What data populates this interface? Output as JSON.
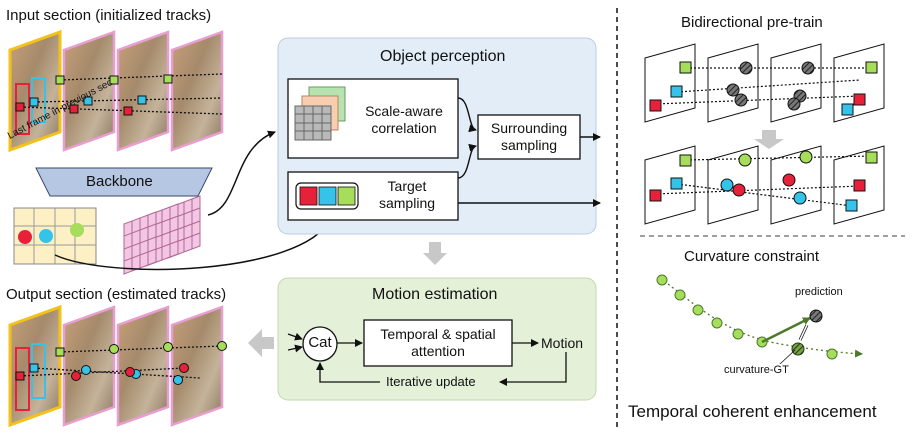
{
  "left": {
    "input_section_title": "Input section (initialized tracks)",
    "output_section_title": "Output section (estimated tracks)",
    "last_frame_label": "Last frame in previous sec",
    "backbone_label": "Backbone"
  },
  "object_perception": {
    "title": "Object perception",
    "scale_aware_line1": "Scale-aware",
    "scale_aware_line2": "correlation",
    "surrounding_line1": "Surrounding",
    "surrounding_line2": "sampling",
    "target_line1": "Target",
    "target_line2": "sampling"
  },
  "motion_estimation": {
    "title": "Motion estimation",
    "cat_label": "Cat",
    "attention_line1": "Temporal & spatial",
    "attention_line2": "attention",
    "motion_label": "Motion",
    "iterative_label": "Iterative update"
  },
  "right": {
    "bidirectional_title": "Bidirectional pre-train",
    "curvature_title": "Curvature constraint",
    "prediction_label": "prediction",
    "curvature_gt_label": "curvature-GT",
    "enhancement_title": "Temporal coherent enhancement"
  },
  "colors": {
    "perception_bg": "#e3edf8",
    "motion_bg": "#e4f0d8",
    "marker_red": "#e8213a",
    "marker_cyan": "#35c3ea",
    "marker_green": "#a6dd5a",
    "frame_yellow": "#f2c21a",
    "frame_pink": "#e89ed0",
    "backbone_fill": "#b5c7e2"
  }
}
